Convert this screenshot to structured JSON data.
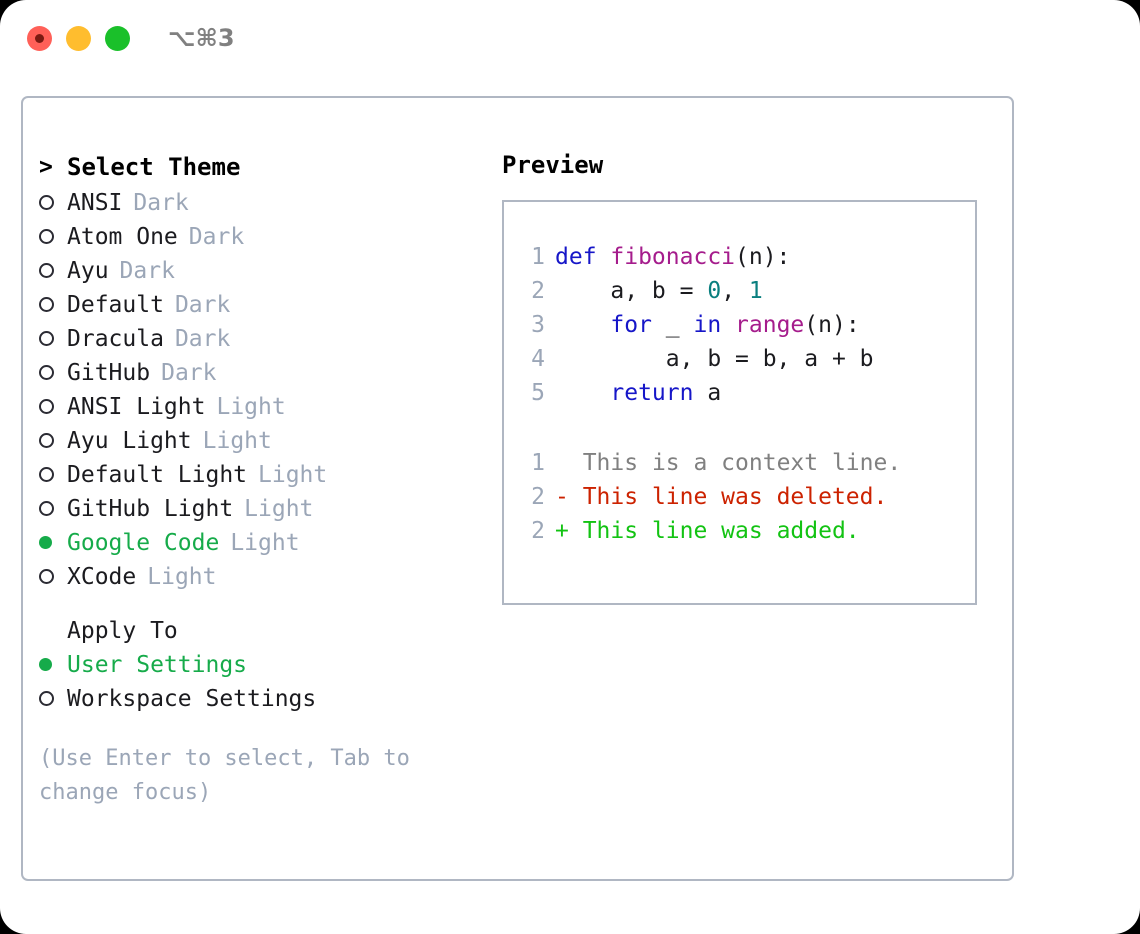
{
  "titlebar": {
    "shortcut": "⌥⌘3",
    "lights": [
      "close-red",
      "minimize-yellow",
      "maximize-green"
    ]
  },
  "theme_panel": {
    "header_marker": ">",
    "header": "Select Theme",
    "items": [
      {
        "marker": "o",
        "name": "ANSI",
        "tag": "Dark",
        "selected": false
      },
      {
        "marker": "o",
        "name": "Atom One",
        "tag": "Dark",
        "selected": false
      },
      {
        "marker": "o",
        "name": "Ayu",
        "tag": "Dark",
        "selected": false
      },
      {
        "marker": "o",
        "name": "Default",
        "tag": "Dark",
        "selected": false
      },
      {
        "marker": "o",
        "name": "Dracula",
        "tag": "Dark",
        "selected": false
      },
      {
        "marker": "o",
        "name": "GitHub",
        "tag": "Dark",
        "selected": false
      },
      {
        "marker": "o",
        "name": "ANSI Light",
        "tag": "Light",
        "selected": false
      },
      {
        "marker": "o",
        "name": "Ayu Light",
        "tag": "Light",
        "selected": false
      },
      {
        "marker": "o",
        "name": "Default Light",
        "tag": "Light",
        "selected": false
      },
      {
        "marker": "o",
        "name": "GitHub Light",
        "tag": "Light",
        "selected": false
      },
      {
        "marker": "●",
        "name": "Google Code",
        "tag": "Light",
        "selected": true
      },
      {
        "marker": "o",
        "name": "XCode",
        "tag": "Light",
        "selected": false
      }
    ]
  },
  "apply_to": {
    "title": "Apply To",
    "options": [
      {
        "marker": "●",
        "label": "User Settings",
        "selected": true
      },
      {
        "marker": "o",
        "label": "Workspace Settings",
        "selected": false
      }
    ]
  },
  "hint": {
    "line1": "(Use Enter to select, Tab to",
    "line2": "change focus)"
  },
  "preview": {
    "title": "Preview",
    "code": [
      {
        "ln": "1",
        "tokens": [
          {
            "t": "def ",
            "cls": "kw"
          },
          {
            "t": "fibonacci",
            "cls": "fn"
          },
          {
            "t": "(n):",
            "cls": "plain"
          }
        ]
      },
      {
        "ln": "2",
        "tokens": [
          {
            "t": "    a, b = ",
            "cls": "plain"
          },
          {
            "t": "0",
            "cls": "num"
          },
          {
            "t": ", ",
            "cls": "plain"
          },
          {
            "t": "1",
            "cls": "num"
          }
        ]
      },
      {
        "ln": "3",
        "tokens": [
          {
            "t": "    ",
            "cls": "plain"
          },
          {
            "t": "for",
            "cls": "kw"
          },
          {
            "t": " _ ",
            "cls": "plain"
          },
          {
            "t": "in",
            "cls": "kw"
          },
          {
            "t": " ",
            "cls": "plain"
          },
          {
            "t": "range",
            "cls": "fn"
          },
          {
            "t": "(n):",
            "cls": "plain"
          }
        ]
      },
      {
        "ln": "4",
        "tokens": [
          {
            "t": "        a, b = b, a + b",
            "cls": "plain"
          }
        ]
      },
      {
        "ln": "5",
        "tokens": [
          {
            "t": "    ",
            "cls": "plain"
          },
          {
            "t": "return",
            "cls": "kw"
          },
          {
            "t": " a",
            "cls": "plain"
          }
        ]
      }
    ],
    "diff": [
      {
        "ln": "1",
        "prefix": "  ",
        "text": "This is a context line.",
        "cls": "d-ctx"
      },
      {
        "ln": "2",
        "prefix": "- ",
        "text": "This line was deleted.",
        "cls": "d-del"
      },
      {
        "ln": "2",
        "prefix": "+ ",
        "text": "This line was added.",
        "cls": "d-add"
      }
    ]
  },
  "colors": {
    "accent_green": "#16ab4a",
    "tag_gray": "#9ba6b7",
    "border": "#b0b7c3",
    "keyword_blue": "#1616c8",
    "function_magenta": "#a51c8c",
    "number_teal": "#0a7f7f",
    "diff_deleted_red": "#cc2200",
    "diff_added_green": "#13c313",
    "light_red": "#ff6058",
    "light_yellow": "#ffbd2e",
    "light_green": "#1ac02a"
  }
}
